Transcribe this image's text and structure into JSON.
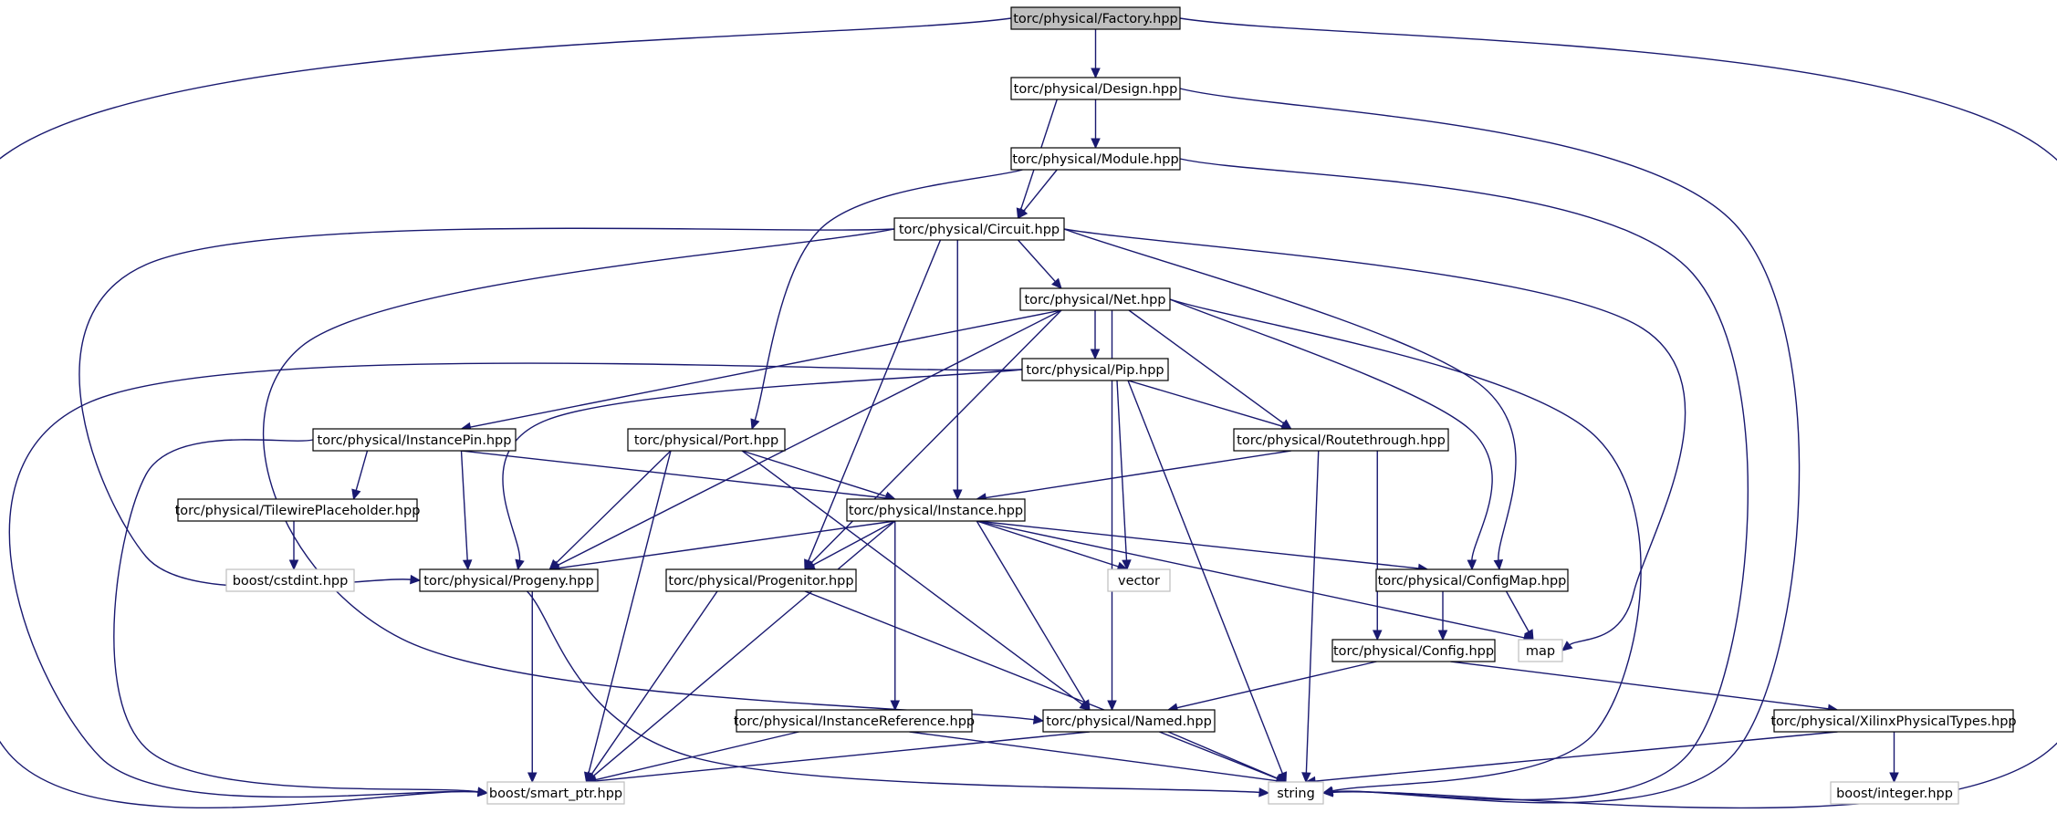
{
  "diagram": {
    "type": "include-dependency-graph",
    "colors": {
      "edge": "#191970",
      "root_fill": "#bfbfbf",
      "node_border": "#000000",
      "external_border": "#bfbfbf"
    },
    "nodes": [
      {
        "id": "factory",
        "label": "torc/physical/Factory.hpp",
        "kind": "root"
      },
      {
        "id": "design",
        "label": "torc/physical/Design.hpp",
        "kind": "internal"
      },
      {
        "id": "module",
        "label": "torc/physical/Module.hpp",
        "kind": "internal"
      },
      {
        "id": "circuit",
        "label": "torc/physical/Circuit.hpp",
        "kind": "internal"
      },
      {
        "id": "net",
        "label": "torc/physical/Net.hpp",
        "kind": "internal"
      },
      {
        "id": "pip",
        "label": "torc/physical/Pip.hpp",
        "kind": "internal"
      },
      {
        "id": "instancepin",
        "label": "torc/physical/InstancePin.hpp",
        "kind": "internal"
      },
      {
        "id": "port",
        "label": "torc/physical/Port.hpp",
        "kind": "internal"
      },
      {
        "id": "routethrough",
        "label": "torc/physical/Routethrough.hpp",
        "kind": "internal"
      },
      {
        "id": "tilewire",
        "label": "torc/physical/TilewirePlaceholder.hpp",
        "kind": "internal"
      },
      {
        "id": "instance",
        "label": "torc/physical/Instance.hpp",
        "kind": "internal"
      },
      {
        "id": "cstdint",
        "label": "boost/cstdint.hpp",
        "kind": "external"
      },
      {
        "id": "progeny",
        "label": "torc/physical/Progeny.hpp",
        "kind": "internal"
      },
      {
        "id": "progenitor",
        "label": "torc/physical/Progenitor.hpp",
        "kind": "internal"
      },
      {
        "id": "vector",
        "label": "vector",
        "kind": "external"
      },
      {
        "id": "configmap",
        "label": "torc/physical/ConfigMap.hpp",
        "kind": "internal"
      },
      {
        "id": "map",
        "label": "map",
        "kind": "external"
      },
      {
        "id": "config",
        "label": "torc/physical/Config.hpp",
        "kind": "internal"
      },
      {
        "id": "instref",
        "label": "torc/physical/InstanceReference.hpp",
        "kind": "internal"
      },
      {
        "id": "named",
        "label": "torc/physical/Named.hpp",
        "kind": "internal"
      },
      {
        "id": "xilinx",
        "label": "torc/physical/XilinxPhysicalTypes.hpp",
        "kind": "internal"
      },
      {
        "id": "smartptr",
        "label": "boost/smart_ptr.hpp",
        "kind": "external"
      },
      {
        "id": "string",
        "label": "string",
        "kind": "external"
      },
      {
        "id": "integer",
        "label": "boost/integer.hpp",
        "kind": "external"
      }
    ],
    "edges": [
      {
        "from": "factory",
        "to": "design"
      },
      {
        "from": "factory",
        "to": "smartptr"
      },
      {
        "from": "factory",
        "to": "string"
      },
      {
        "from": "design",
        "to": "module"
      },
      {
        "from": "design",
        "to": "circuit"
      },
      {
        "from": "design",
        "to": "string"
      },
      {
        "from": "module",
        "to": "circuit"
      },
      {
        "from": "module",
        "to": "port"
      },
      {
        "from": "module",
        "to": "string"
      },
      {
        "from": "circuit",
        "to": "net"
      },
      {
        "from": "circuit",
        "to": "instance"
      },
      {
        "from": "circuit",
        "to": "progenitor"
      },
      {
        "from": "circuit",
        "to": "progeny"
      },
      {
        "from": "circuit",
        "to": "configmap"
      },
      {
        "from": "circuit",
        "to": "map"
      },
      {
        "from": "circuit",
        "to": "named"
      },
      {
        "from": "net",
        "to": "pip"
      },
      {
        "from": "net",
        "to": "instancepin"
      },
      {
        "from": "net",
        "to": "routethrough"
      },
      {
        "from": "net",
        "to": "progeny"
      },
      {
        "from": "net",
        "to": "progenitor"
      },
      {
        "from": "net",
        "to": "named"
      },
      {
        "from": "net",
        "to": "configmap"
      },
      {
        "from": "net",
        "to": "string"
      },
      {
        "from": "pip",
        "to": "routethrough"
      },
      {
        "from": "pip",
        "to": "progeny"
      },
      {
        "from": "pip",
        "to": "vector"
      },
      {
        "from": "pip",
        "to": "string"
      },
      {
        "from": "pip",
        "to": "smartptr"
      },
      {
        "from": "instancepin",
        "to": "tilewire"
      },
      {
        "from": "instancepin",
        "to": "instance"
      },
      {
        "from": "instancepin",
        "to": "progeny"
      },
      {
        "from": "instancepin",
        "to": "smartptr"
      },
      {
        "from": "port",
        "to": "instance"
      },
      {
        "from": "port",
        "to": "progeny"
      },
      {
        "from": "port",
        "to": "named"
      },
      {
        "from": "port",
        "to": "smartptr"
      },
      {
        "from": "routethrough",
        "to": "instance"
      },
      {
        "from": "routethrough",
        "to": "config"
      },
      {
        "from": "routethrough",
        "to": "string"
      },
      {
        "from": "tilewire",
        "to": "cstdint"
      },
      {
        "from": "instance",
        "to": "progeny"
      },
      {
        "from": "instance",
        "to": "progenitor"
      },
      {
        "from": "instance",
        "to": "vector"
      },
      {
        "from": "instance",
        "to": "configmap"
      },
      {
        "from": "instance",
        "to": "map"
      },
      {
        "from": "instance",
        "to": "instref"
      },
      {
        "from": "instance",
        "to": "named"
      },
      {
        "from": "instance",
        "to": "smartptr"
      },
      {
        "from": "progeny",
        "to": "smartptr"
      },
      {
        "from": "progeny",
        "to": "string"
      },
      {
        "from": "progenitor",
        "to": "smartptr"
      },
      {
        "from": "progenitor",
        "to": "string"
      },
      {
        "from": "configmap",
        "to": "config"
      },
      {
        "from": "configmap",
        "to": "map"
      },
      {
        "from": "config",
        "to": "named"
      },
      {
        "from": "config",
        "to": "xilinx"
      },
      {
        "from": "instref",
        "to": "smartptr"
      },
      {
        "from": "instref",
        "to": "string"
      },
      {
        "from": "named",
        "to": "smartptr"
      },
      {
        "from": "named",
        "to": "string"
      },
      {
        "from": "xilinx",
        "to": "string"
      },
      {
        "from": "xilinx",
        "to": "integer"
      }
    ]
  }
}
